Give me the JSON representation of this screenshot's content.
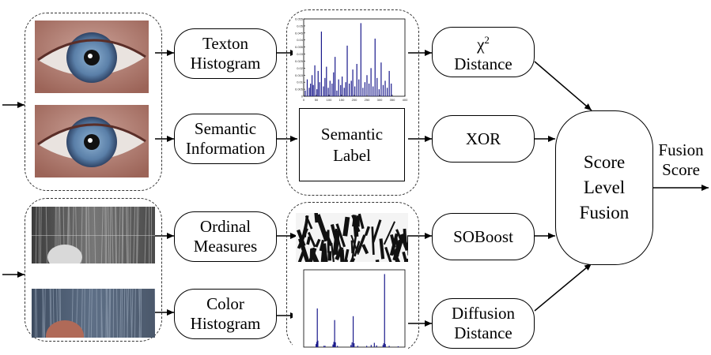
{
  "nodes": {
    "texton": [
      "Texton",
      "Histogram"
    ],
    "semantic": [
      "Semantic",
      "Information"
    ],
    "ordinal": [
      "Ordinal",
      "Measures"
    ],
    "color": [
      "Color",
      "Histogram"
    ],
    "semantic_label": [
      "Semantic",
      "Label"
    ],
    "chi2": [
      "χ",
      "2",
      "Distance"
    ],
    "xor": "XOR",
    "soboost": "SOBoost",
    "diffusion": [
      "Diffusion",
      "Distance"
    ],
    "score_fusion": [
      "Score",
      "Level",
      "Fusion"
    ],
    "fusion_score": [
      "Fusion",
      "Score"
    ]
  },
  "colors": {
    "histogram_bar": "#1a1a8c",
    "iris": "#5a7fa8",
    "skin": "#b47c70",
    "dashed": "#333333"
  },
  "icons": {
    "eye_image": "eye-photo-icon",
    "periocular_strip": "periocular-strip-icon",
    "texture": "texture-pattern-icon"
  },
  "chart_data": [
    {
      "type": "bar",
      "xlim": [
        0,
        400
      ],
      "ylim": [
        0,
        0.055
      ],
      "x_ticks": [
        0,
        50,
        100,
        150,
        200,
        250,
        300,
        350,
        400
      ],
      "y_ticks": [
        0,
        0.005,
        0.01,
        0.015,
        0.02,
        0.025,
        0.03,
        0.035,
        0.04,
        0.045,
        0.05,
        0.055
      ],
      "x": [
        6,
        14,
        22,
        27,
        33,
        38,
        44,
        52,
        57,
        63,
        70,
        78,
        84,
        90,
        97,
        104,
        112,
        118,
        124,
        131,
        138,
        146,
        152,
        160,
        166,
        172,
        180,
        188,
        194,
        202,
        210,
        218,
        226,
        234,
        242,
        250,
        258,
        266,
        274,
        282,
        290,
        298,
        306,
        314,
        322,
        330,
        338,
        346
      ],
      "values": [
        0.004,
        0.012,
        0.006,
        0.009,
        0.015,
        0.008,
        0.022,
        0.005,
        0.018,
        0.01,
        0.046,
        0.007,
        0.013,
        0.021,
        0.006,
        0.011,
        0.009,
        0.017,
        0.028,
        0.004,
        0.012,
        0.008,
        0.014,
        0.006,
        0.01,
        0.036,
        0.009,
        0.011,
        0.019,
        0.007,
        0.023,
        0.012,
        0.052,
        0.006,
        0.01,
        0.015,
        0.009,
        0.02,
        0.007,
        0.041,
        0.013,
        0.005,
        0.024,
        0.008,
        0.011,
        0.006,
        0.018,
        0.009
      ]
    },
    {
      "type": "bar",
      "xlim": [
        0,
        900
      ],
      "ylim": [
        0,
        1.8
      ],
      "x": [
        110,
        116,
        121,
        126,
        180,
        190,
        260,
        268,
        275,
        282,
        300,
        420,
        430,
        440,
        448,
        480,
        560,
        600,
        628,
        648,
        705,
        712,
        719,
        726,
        760,
        840
      ],
      "values": [
        0.07,
        0.12,
        0.9,
        0.15,
        0.03,
        0.03,
        0.06,
        0.12,
        0.63,
        0.11,
        0.03,
        0.05,
        0.11,
        0.72,
        0.09,
        0.03,
        0.03,
        0.05,
        0.1,
        0.04,
        0.05,
        0.09,
        1.7,
        0.07,
        0.03,
        0.02
      ]
    }
  ]
}
